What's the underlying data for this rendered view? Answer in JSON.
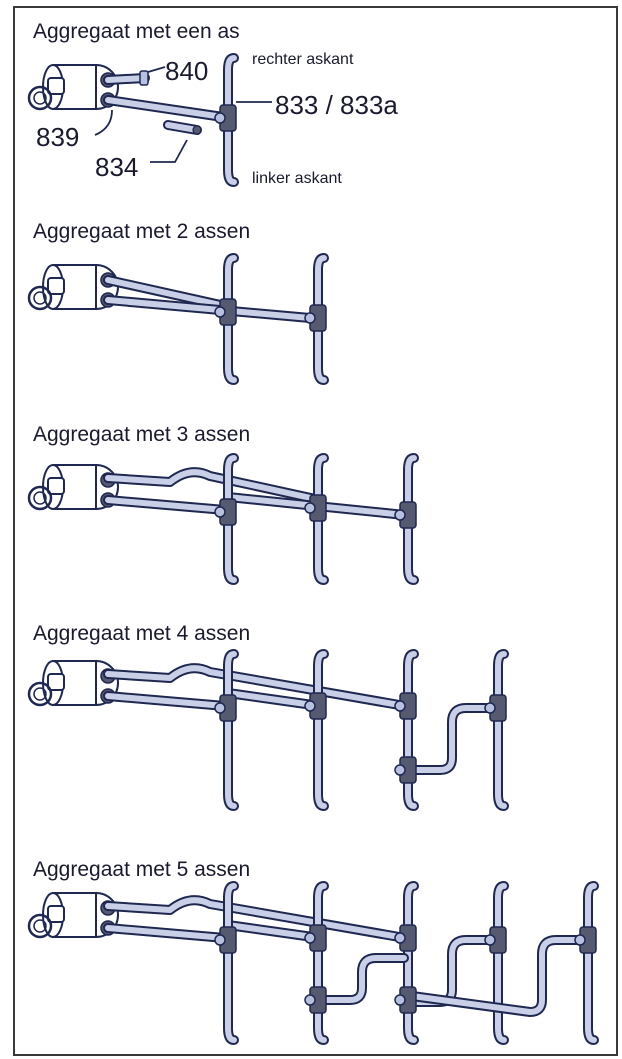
{
  "sections": [
    {
      "title": "Aggregaat met een as"
    },
    {
      "title": "Aggregaat met 2 assen"
    },
    {
      "title": "Aggregaat met 3 assen"
    },
    {
      "title": "Aggregaat met 4 assen"
    },
    {
      "title": "Aggregaat met 5 assen"
    }
  ],
  "parts": {
    "p840": "840",
    "p839": "839",
    "p834": "834",
    "p833": "833 / 833a",
    "right_side": "rechter askant",
    "left_side": "linker askant"
  },
  "colors": {
    "pipe_fill": "#c9cfe6",
    "pipe_outline": "#1f2850",
    "fitting": "#555a70",
    "coupling": "#b8c0e0"
  }
}
